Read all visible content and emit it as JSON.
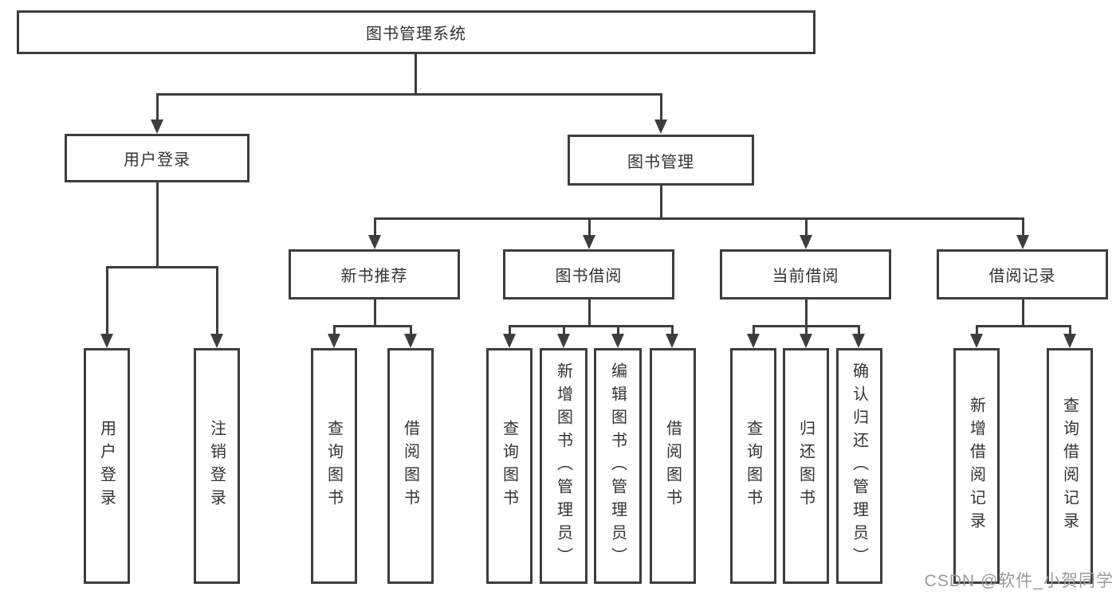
{
  "diagram": {
    "root": {
      "label": "图书管理系统"
    },
    "branches": [
      {
        "label": "用户登录",
        "children": [
          {
            "label": "用户登录"
          },
          {
            "label": "注销登录"
          }
        ]
      },
      {
        "label": "图书管理",
        "children": [
          {
            "label": "新书推荐",
            "children": [
              {
                "label": "查询图书"
              },
              {
                "label": "借阅图书"
              }
            ]
          },
          {
            "label": "图书借阅",
            "children": [
              {
                "label": "查询图书"
              },
              {
                "label": "新增图书（管理员）"
              },
              {
                "label": "编辑图书（管理员）"
              },
              {
                "label": "借阅图书"
              }
            ]
          },
          {
            "label": "当前借阅",
            "children": [
              {
                "label": "查询图书"
              },
              {
                "label": "归还图书"
              },
              {
                "label": "确认归还（管理员）"
              }
            ]
          },
          {
            "label": "借阅记录",
            "children": [
              {
                "label": "新增借阅记录"
              },
              {
                "label": "查询借阅记录"
              }
            ]
          }
        ]
      }
    ]
  },
  "watermark": {
    "text": "CSDN @软件_小贺同学"
  },
  "colors": {
    "line": "#3d3d3d",
    "text": "#333333",
    "watermark": "#9a9a9a",
    "bg": "#ffffff"
  }
}
